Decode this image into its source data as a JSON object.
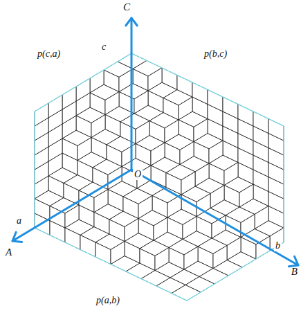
{
  "diagram": {
    "labels": [
      "C",
      "c",
      "p(c,a)",
      "p(b,c)",
      "O",
      "a",
      "A",
      "b",
      "B",
      "p(a,b)"
    ]
  }
}
